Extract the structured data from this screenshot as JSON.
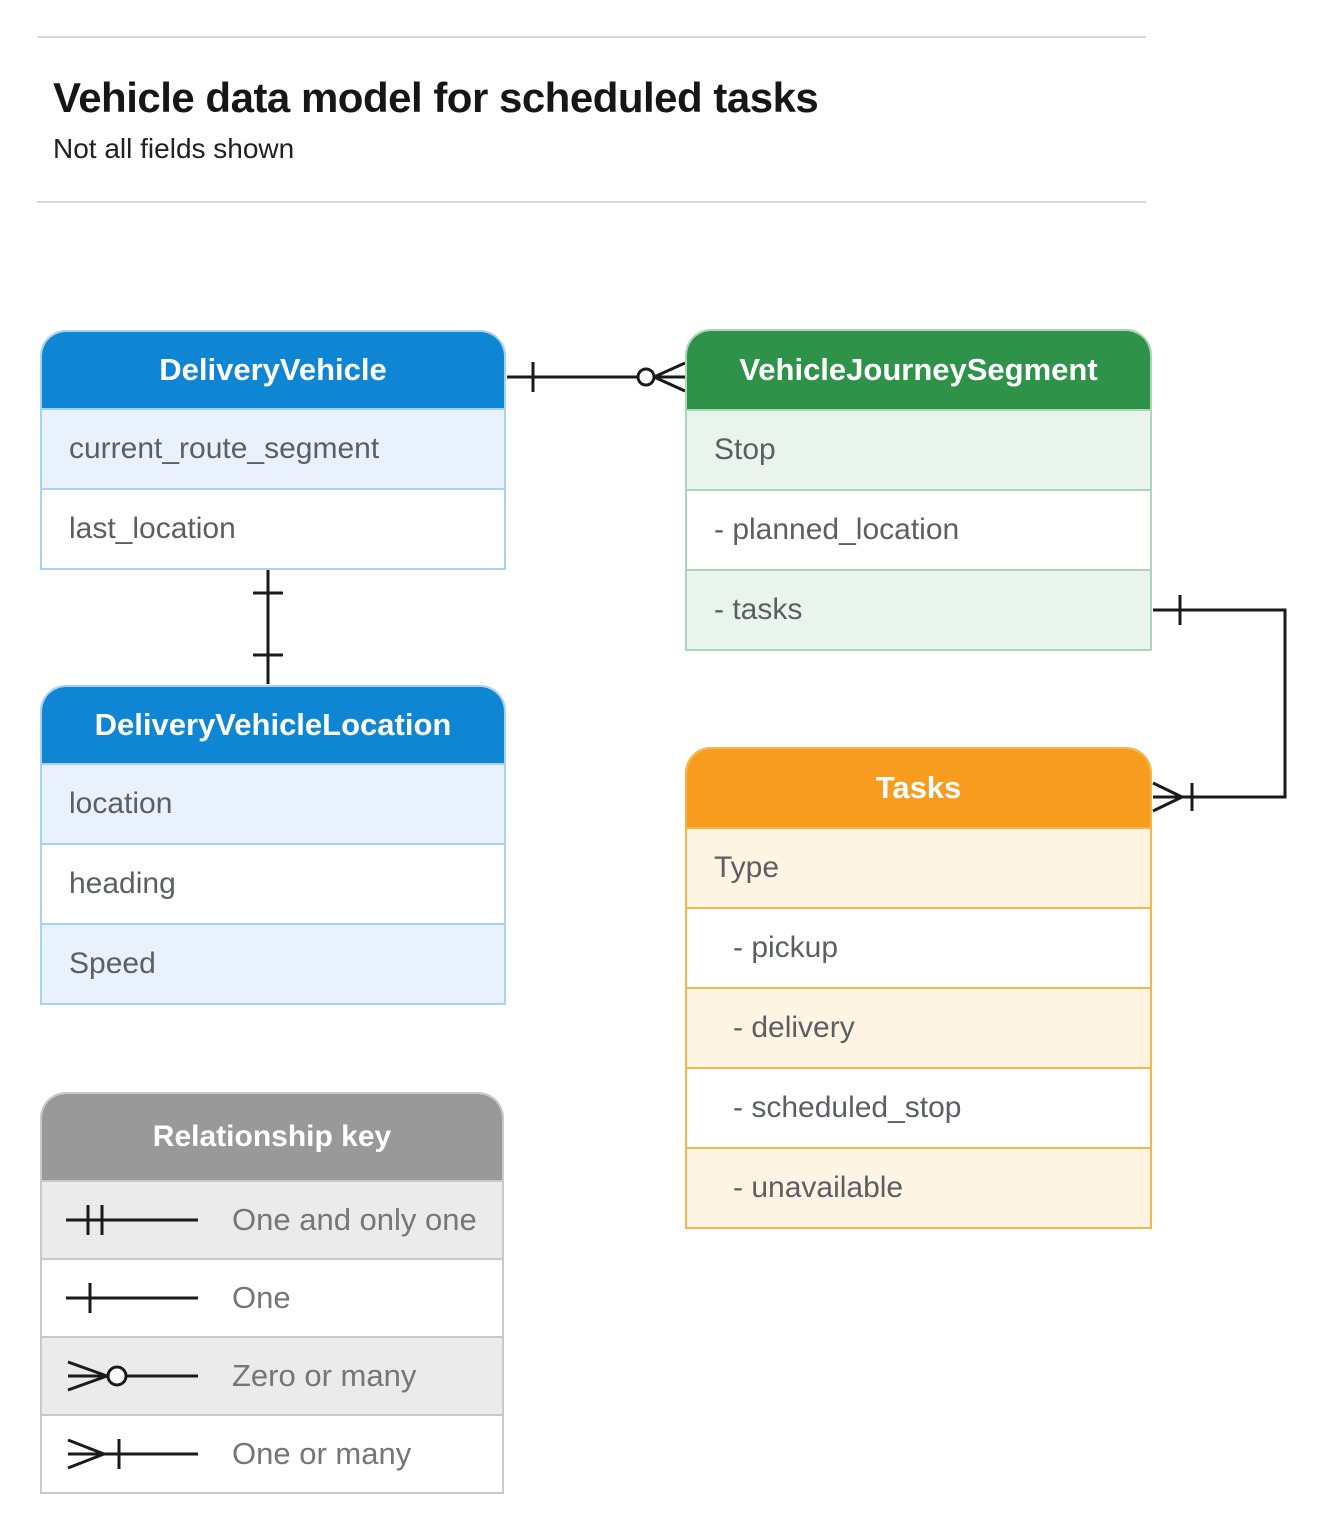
{
  "page": {
    "title": "Vehicle data model for scheduled tasks",
    "subtitle": "Not all fields shown"
  },
  "entities": [
    {
      "name": "DeliveryVehicle",
      "rows": [
        "current_route_segment",
        "last_location"
      ]
    },
    {
      "name": "VehicleJourneySegment",
      "rows": [
        "Stop",
        "- planned_location",
        "- tasks"
      ]
    },
    {
      "name": "DeliveryVehicleLocation",
      "rows": [
        "location",
        "heading",
        "Speed"
      ]
    },
    {
      "name": "Tasks",
      "rows": [
        "Type",
        "- pickup",
        "- delivery",
        "- scheduled_stop",
        "- unavailable"
      ]
    }
  ],
  "legend": {
    "title": "Relationship key",
    "items": [
      {
        "symbol": "one-and-only-one",
        "label": "One and only one"
      },
      {
        "symbol": "one",
        "label": "One"
      },
      {
        "symbol": "zero-or-many",
        "label": "Zero or many"
      },
      {
        "symbol": "one-or-many",
        "label": "One or many"
      }
    ]
  },
  "relationships": [
    {
      "from": "DeliveryVehicle",
      "to": "VehicleJourneySegment",
      "from_cardinality": "one",
      "to_cardinality": "zero-or-many"
    },
    {
      "from": "DeliveryVehicle",
      "to": "DeliveryVehicleLocation",
      "from_cardinality": "one",
      "to_cardinality": "one"
    },
    {
      "from": "VehicleJourneySegment.tasks",
      "to": "Tasks",
      "from_cardinality": "one",
      "to_cardinality": "one-or-many"
    }
  ],
  "colors": {
    "blue_header": "#0e86d4",
    "blue_tint": "#e8f1fc",
    "green_header": "#2e9348",
    "green_tint": "#e9f4ec",
    "orange_header": "#f89c20",
    "orange_tint": "#fdf4e4",
    "gray_header": "#999999",
    "gray_tint": "#ebebeb",
    "row_text": "#5b5f64",
    "connector": "#1a1a1a"
  }
}
